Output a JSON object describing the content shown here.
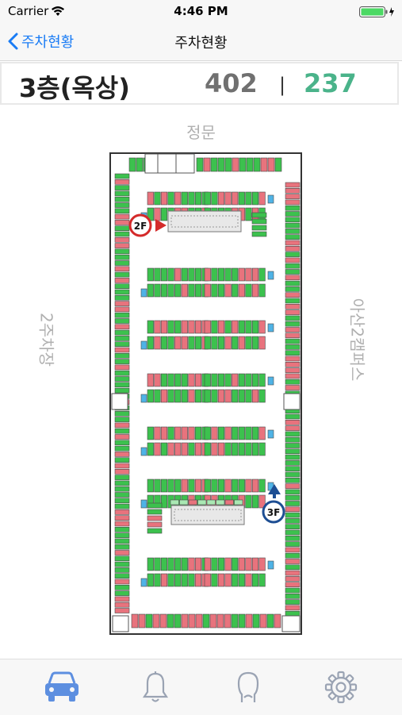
{
  "status_bar": {
    "carrier": "Carrier",
    "time": "4:46 PM"
  },
  "nav": {
    "back_label": "주차현황",
    "title": "주차현황"
  },
  "floor": {
    "name": "3층(옥상)",
    "total": "402",
    "separator": "|",
    "available": "237"
  },
  "map": {
    "label_top": "정문",
    "label_left": "2주차장",
    "label_right": "아산2캠퍼스",
    "markers": [
      {
        "label": "2F",
        "color": "#d42a2a"
      },
      {
        "label": "3F",
        "color": "#1d4e93"
      }
    ]
  },
  "colors": {
    "occupied": "#e8737d",
    "available": "#3cc14e",
    "special": "#4fb3e6",
    "accent": "#1a7cf5"
  },
  "tabs": [
    {
      "name": "car-icon",
      "active": true
    },
    {
      "name": "bell-icon",
      "active": false
    },
    {
      "name": "person-icon",
      "active": false
    },
    {
      "name": "gear-icon",
      "active": false
    }
  ]
}
